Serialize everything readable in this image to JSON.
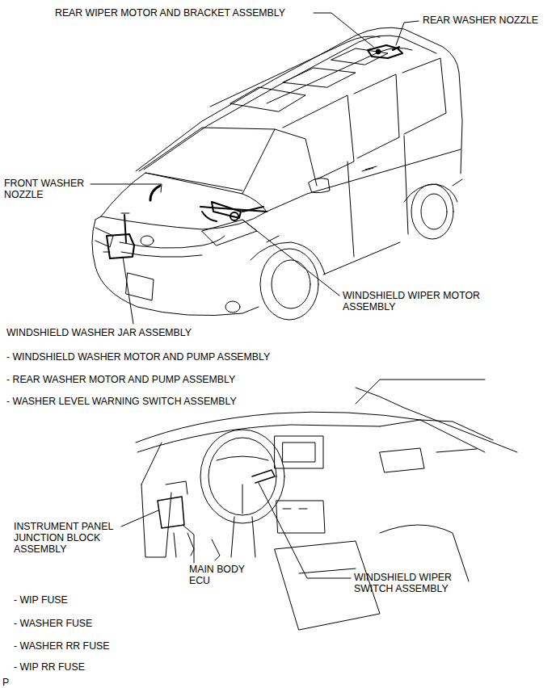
{
  "diagram": {
    "labels": [
      "REAR WIPER MOTOR AND BRACKET ASSEMBLY",
      "REAR WASHER NOZZLE",
      "FRONT WASHER NOZZLE",
      "WINDSHIELD WIPER MOTOR ASSEMBLY",
      "WINDSHIELD WASHER JAR ASSEMBLY",
      "- WINDSHIELD WASHER MOTOR AND PUMP ASSEMBLY",
      "- REAR WASHER MOTOR AND PUMP ASSEMBLY",
      "- WASHER LEVEL WARNING SWITCH ASSEMBLY",
      "INSTRUMENT PANEL JUNCTION BLOCK ASSEMBLY",
      "MAIN BODY ECU",
      "WINDSHIELD WIPER SWITCH ASSEMBLY",
      "- WIP FUSE",
      "- WASHER FUSE",
      "- WASHER RR FUSE",
      "- WIP RR FUSE",
      "P"
    ]
  }
}
